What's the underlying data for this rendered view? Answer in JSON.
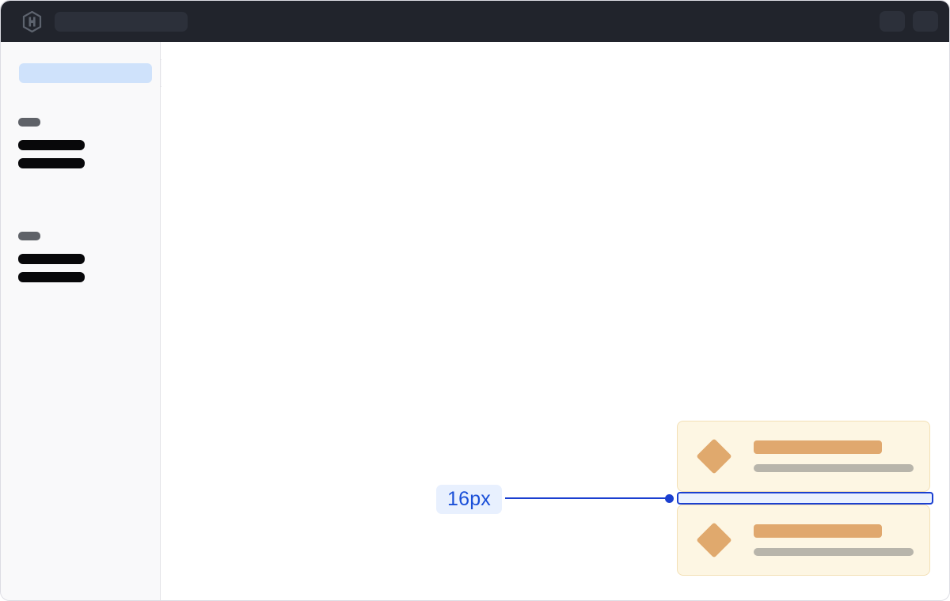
{
  "window": {
    "name": "application-window",
    "background": "#ffffff",
    "border_color": "#dcdce3"
  },
  "topbar": {
    "background": "#21242c",
    "logo_icon": "hashicorp-hexagon-logo-icon",
    "search": {
      "placeholder": "",
      "value": "",
      "state": "empty-placeholder-bar"
    },
    "right_chips": [
      {
        "name": "topbar-chip-1",
        "label": ""
      },
      {
        "name": "topbar-chip-2",
        "label": ""
      }
    ]
  },
  "sidebar": {
    "background": "#f9f9fa",
    "divider_color": "#e3e3e8",
    "collapse_tab": {
      "name": "sidebar-collapse-tab",
      "label": ""
    },
    "selected_item": {
      "name": "sidebar-selected-item",
      "label": "",
      "highlight_color": "#cfe2fb"
    },
    "groups": [
      {
        "label": "",
        "label_color": "#5f6268",
        "items": [
          {
            "label": ""
          },
          {
            "label": ""
          }
        ]
      },
      {
        "label": "",
        "label_color": "#5f6268",
        "items": [
          {
            "label": ""
          },
          {
            "label": ""
          }
        ]
      }
    ]
  },
  "main": {
    "background": "#ffffff",
    "cards": [
      {
        "name": "info-card-top",
        "icon": "diamond-icon",
        "icon_color": "#e0a96d",
        "background": "#fdf6e3",
        "border_color": "#f3e0b5",
        "title": "",
        "subtitle": ""
      },
      {
        "name": "info-card-bottom",
        "icon": "diamond-icon",
        "icon_color": "#e0a96d",
        "background": "#fdf6e3",
        "border_color": "#f3e0b5",
        "title": "",
        "subtitle": ""
      }
    ],
    "measurement": {
      "name": "gap-measurement",
      "value": "16px",
      "accent_color": "#1a3fd0",
      "badge_background": "#e8f0fe",
      "badge_text_color": "#1a4fd8",
      "highlight_fill": "#eaf1fe"
    }
  }
}
